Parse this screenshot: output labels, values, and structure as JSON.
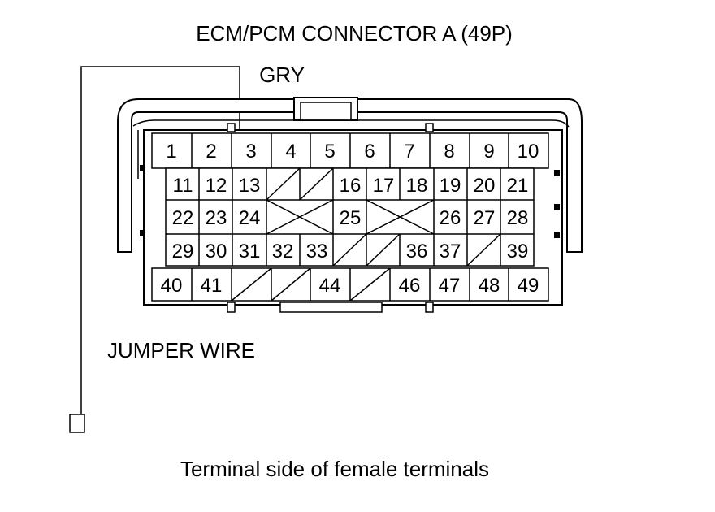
{
  "title": "ECM/PCM CONNECTOR A (49P)",
  "color_label": "GRY",
  "jumper_label": "JUMPER WIRE",
  "caption": "Terminal side of female terminals",
  "rows": [
    [
      "1",
      "2",
      "3",
      "4",
      "5",
      "6",
      "7",
      "8",
      "9",
      "10"
    ],
    [
      "11",
      "12",
      "13",
      "",
      "",
      "16",
      "17",
      "18",
      "19",
      "20",
      "21"
    ],
    [
      "22",
      "23",
      "24",
      "",
      "25",
      "",
      "26",
      "27",
      "28"
    ],
    [
      "29",
      "30",
      "31",
      "32",
      "33",
      "",
      "",
      "36",
      "37",
      "",
      "39"
    ],
    [
      "40",
      "41",
      "",
      "",
      "44",
      "",
      "46",
      "47",
      "48",
      "49"
    ]
  ],
  "colors": {
    "line": "#000000",
    "background": "#ffffff"
  }
}
